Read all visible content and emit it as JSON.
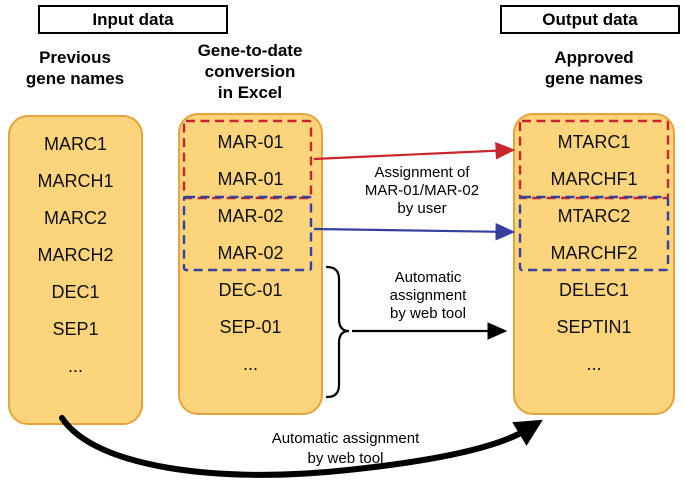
{
  "labels": {
    "input_data": "Input data",
    "output_data": "Output data"
  },
  "columns": [
    {
      "header": "Previous\ngene names",
      "items": [
        "MARC1",
        "MARCH1",
        "MARC2",
        "MARCH2",
        "DEC1",
        "SEP1",
        "..."
      ]
    },
    {
      "header": "Gene-to-date\nconversion\nin Excel",
      "items": [
        "MAR-01",
        "MAR-01",
        "MAR-02",
        "MAR-02",
        "DEC-01",
        "SEP-01",
        "..."
      ]
    },
    {
      "header": "Approved\ngene names",
      "items": [
        "MTARC1",
        "MARCHF1",
        "MTARC2",
        "MARCHF2",
        "DELEC1",
        "SEPTIN1",
        "..."
      ]
    }
  ],
  "annotations": {
    "user_assignment": "Assignment of\nMAR-01/MAR-02\nby user",
    "auto_mid": "Automatic\nassignment\nby web tool",
    "auto_bottom": "Automatic assignment\nby web tool"
  },
  "colors": {
    "box_fill": "#FBD47C",
    "box_border": "#E7A33C",
    "red": "#C8252C",
    "blue": "#3640A0",
    "black": "#000000"
  }
}
